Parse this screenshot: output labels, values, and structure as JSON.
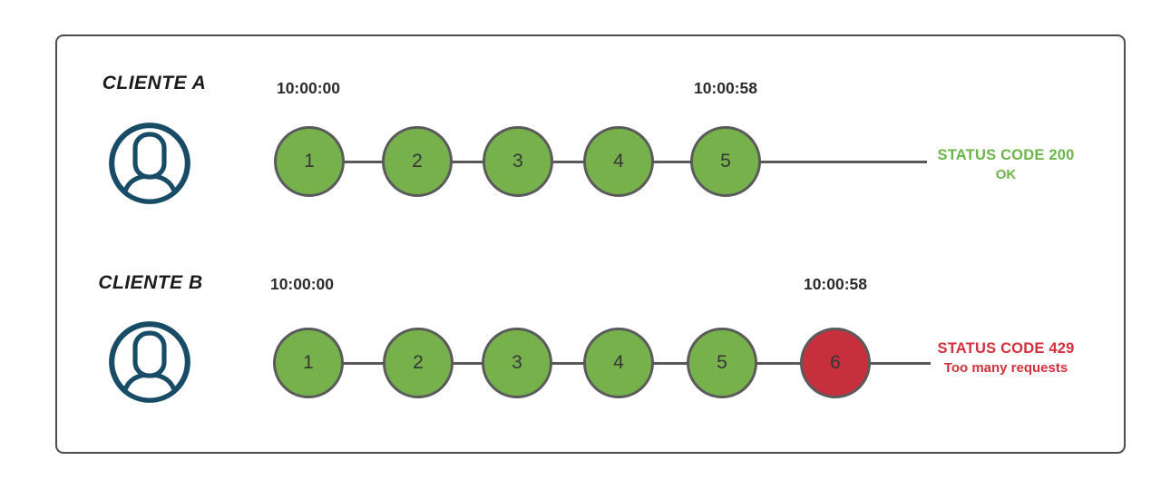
{
  "colors": {
    "frame_border": "#4c4c4c",
    "connector": "#595959",
    "circle_border": "#5a5a5a",
    "circle_number": "#363636",
    "ok_fill": "#76b14c",
    "blocked_fill": "#c5303c",
    "ok_text": "#6cb548",
    "blocked_text": "#d52f3c",
    "avatar": "#174b66",
    "timestamp_text": "#2b2b2b",
    "label_text": "#1b1b1b"
  },
  "rows": [
    {
      "client_label": "CLIENTE A",
      "start_time": "10:00:00",
      "end_time": "10:00:58",
      "requests": [
        {
          "label": "1",
          "state": "ok"
        },
        {
          "label": "2",
          "state": "ok"
        },
        {
          "label": "3",
          "state": "ok"
        },
        {
          "label": "4",
          "state": "ok"
        },
        {
          "label": "5",
          "state": "ok"
        }
      ],
      "status": {
        "type": "ok",
        "line1": "STATUS CODE 200",
        "line2": "OK"
      }
    },
    {
      "client_label": "CLIENTE B",
      "start_time": "10:00:00",
      "end_time": "10:00:58",
      "requests": [
        {
          "label": "1",
          "state": "ok"
        },
        {
          "label": "2",
          "state": "ok"
        },
        {
          "label": "3",
          "state": "ok"
        },
        {
          "label": "4",
          "state": "ok"
        },
        {
          "label": "5",
          "state": "ok"
        },
        {
          "label": "6",
          "state": "blocked"
        }
      ],
      "status": {
        "type": "blocked",
        "line1": "STATUS CODE 429",
        "line2": "Too many requests"
      }
    }
  ]
}
